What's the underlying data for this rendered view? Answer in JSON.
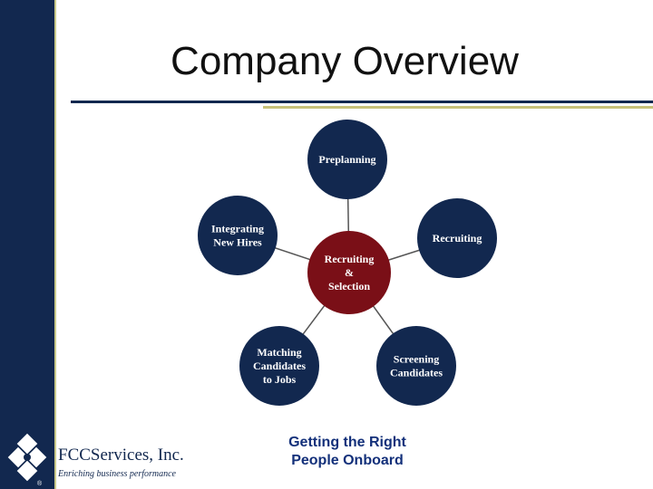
{
  "slide": {
    "title": "Company Overview"
  },
  "diagram": {
    "center": {
      "lines": [
        "Recruiting",
        "&",
        "Selection"
      ],
      "color": "#7a0f17"
    },
    "node_color": "#12284f",
    "nodes": [
      {
        "id": "preplanning",
        "lines": [
          "Preplanning"
        ]
      },
      {
        "id": "recruiting",
        "lines": [
          "Recruiting"
        ]
      },
      {
        "id": "screening",
        "lines": [
          "Screening",
          "Candidates"
        ]
      },
      {
        "id": "matching",
        "lines": [
          "Matching",
          "Candidates",
          "to Jobs"
        ]
      },
      {
        "id": "integrating",
        "lines": [
          "Integrating",
          "New Hires"
        ]
      }
    ]
  },
  "branding": {
    "company_name": "FCCServices, Inc.",
    "tagline": "Enriching business performance",
    "registered_mark": "®",
    "logo_icon": "diamond-flower-logo"
  },
  "caption": {
    "line1": "Getting the Right",
    "line2": "People Onboard"
  },
  "colors": {
    "sidebar": "#12284f",
    "accent_gold": "#c8c27a",
    "caption_text": "#13307a"
  }
}
